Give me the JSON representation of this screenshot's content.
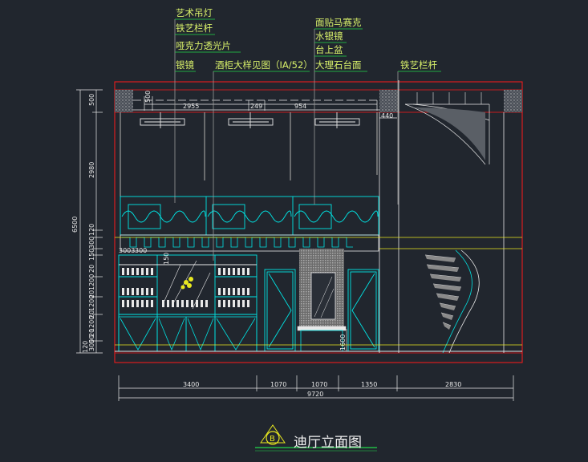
{
  "callouts_left": [
    {
      "id": "chandelier",
      "text": "艺术吊灯"
    },
    {
      "id": "iron_rail",
      "text": "铁艺栏杆"
    },
    {
      "id": "acrylic",
      "text": "哑克力透光片"
    },
    {
      "id": "silver_mirror",
      "text": "银镜"
    },
    {
      "id": "wine_cabinet",
      "text": "酒柜大样见图（IA/52）"
    }
  ],
  "callouts_right": [
    {
      "id": "mosaic",
      "text": "面贴马赛克"
    },
    {
      "id": "water_silver",
      "text": "水银镜"
    },
    {
      "id": "basin",
      "text": "台上盆"
    },
    {
      "id": "marble",
      "text": "大理石台面"
    },
    {
      "id": "iron_rail_right",
      "text": "铁艺栏杆"
    }
  ],
  "top_dims": [
    "500",
    "2955",
    "249",
    "954",
    "440"
  ],
  "left_dims": {
    "total": "6500",
    "parts": [
      "500",
      "2980",
      "120",
      "300",
      "150",
      "20",
      "1200",
      "20",
      "1200",
      "20",
      "1200",
      "20",
      "50",
      "120",
      "300"
    ]
  },
  "right_small_dim": "1600",
  "cabinet_small_dims": [
    "3003",
    "300",
    "150"
  ],
  "bottom_dims": [
    "3400",
    "1070",
    "1070",
    "1350",
    "2830"
  ],
  "bottom_total": "9720",
  "drawing_title": "迪厅立面图",
  "drawing_badge": "B",
  "colors": {
    "background": "#21262e",
    "frame": "#ff1a1a",
    "cyan": "#00e5e5",
    "white": "#e8e8e8",
    "yellow": "#e8e820",
    "green": "#22d84a",
    "label": "#d8f06a",
    "grey": "#9a9a9a"
  }
}
